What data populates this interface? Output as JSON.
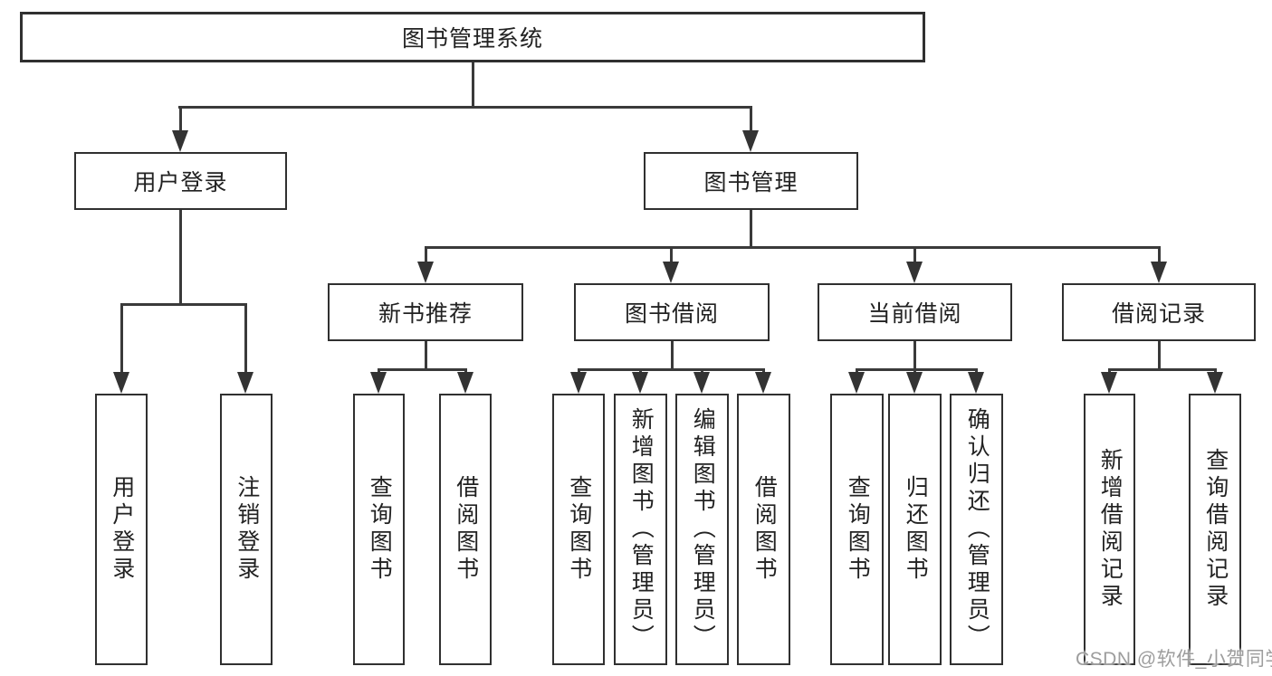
{
  "diagram_title": "图书管理系统",
  "nodes": {
    "root": "图书管理系统",
    "login": "用户登录",
    "manage": "图书管理",
    "newbook": "新书推荐",
    "borrow": "图书借阅",
    "current": "当前借阅",
    "record": "借阅记录",
    "login_leaf1": "用户登录",
    "login_leaf2": "注销登录",
    "newbook_leaf1": "查询图书",
    "newbook_leaf2": "借阅图书",
    "borrow_leaf1": "查询图书",
    "borrow_leaf2": "新增图书（管理员）",
    "borrow_leaf3": "编辑图书（管理员）",
    "borrow_leaf4": "借阅图书",
    "current_leaf1": "查询图书",
    "current_leaf2": "归还图书",
    "current_leaf3": "确认归还（管理员）",
    "record_leaf1": "新增借阅记录",
    "record_leaf2": "查询借阅记录"
  },
  "watermark": {
    "text": "CSDN @软件_小贺同学"
  },
  "colors": {
    "line": "#3a3a3a",
    "box_border": "#303030",
    "text": "#222222",
    "watermark": "#9d9d9d",
    "background": "#ffffff"
  }
}
